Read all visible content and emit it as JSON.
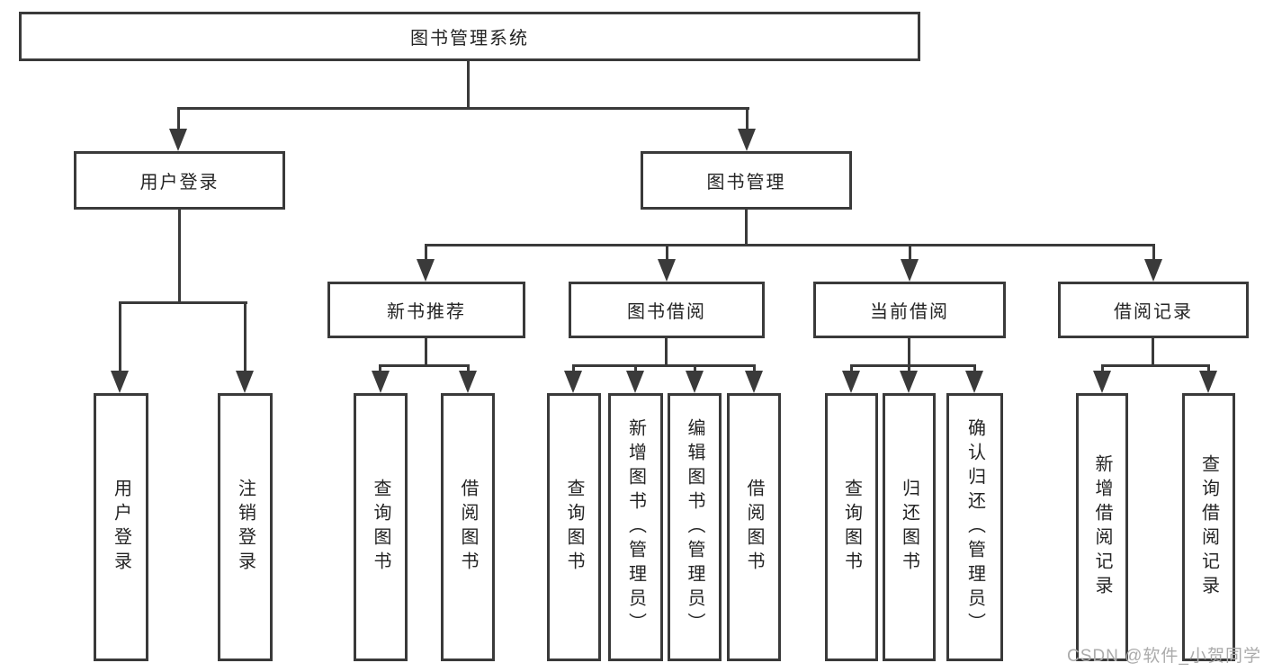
{
  "diagram_title": "图书管理系统",
  "tree": {
    "label": "图书管理系统",
    "children": [
      {
        "label": "用户登录",
        "children": [
          {
            "label": "用户登录"
          },
          {
            "label": "注销登录"
          }
        ]
      },
      {
        "label": "图书管理",
        "children": [
          {
            "label": "新书推荐",
            "children": [
              {
                "label": "查询图书"
              },
              {
                "label": "借阅图书"
              }
            ]
          },
          {
            "label": "图书借阅",
            "children": [
              {
                "label": "查询图书"
              },
              {
                "label": "新增图书（管理员）"
              },
              {
                "label": "编辑图书（管理员）"
              },
              {
                "label": "借阅图书"
              }
            ]
          },
          {
            "label": "当前借阅",
            "children": [
              {
                "label": "查询图书"
              },
              {
                "label": "归还图书"
              },
              {
                "label": "确认归还（管理员）"
              }
            ]
          },
          {
            "label": "借阅记录",
            "children": [
              {
                "label": "新增借阅记录"
              },
              {
                "label": "查询借阅记录"
              }
            ]
          }
        ]
      }
    ]
  },
  "colors": {
    "line": "#3a3a3a",
    "text": "#242424",
    "background": "#ffffff",
    "watermark": "#ababab"
  },
  "watermark": {
    "text": "CSDN @软件_小贺同学"
  }
}
